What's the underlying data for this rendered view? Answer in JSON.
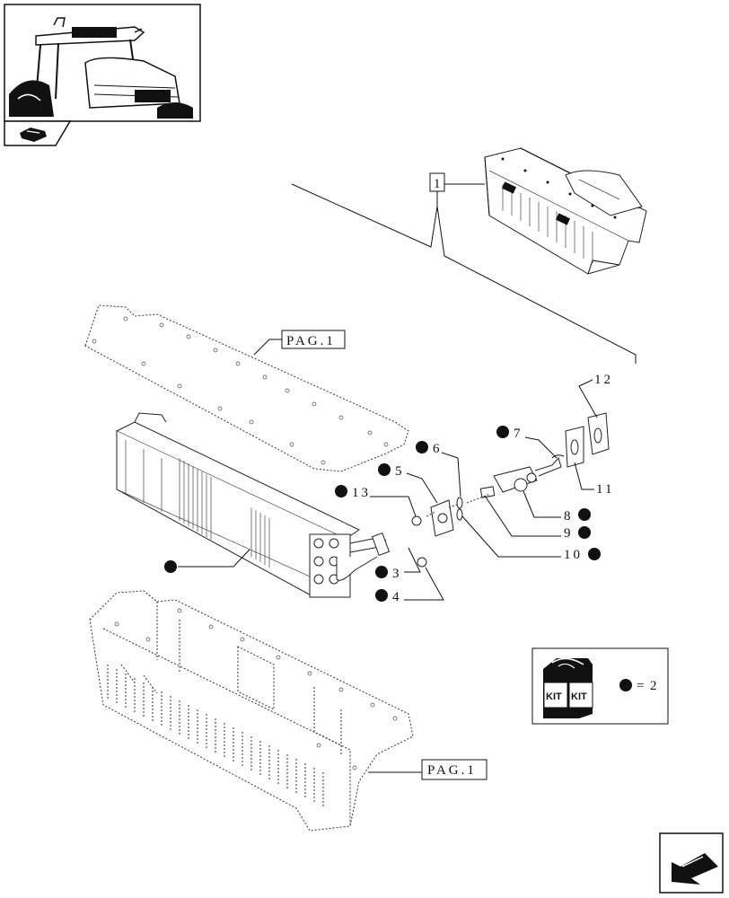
{
  "colors": {
    "ink": "#111111",
    "paper": "#ffffff"
  },
  "thumbnail": {
    "icon": "tractor-cab-icon"
  },
  "section_icon": {
    "icon": "hvac-unit-icon"
  },
  "labels": {
    "ref_main": "1",
    "pag_top": "PAG.1",
    "pag_bottom": "PAG.1",
    "n3": "3",
    "n4": "4",
    "n5": "5",
    "n6": "6",
    "n7": "7",
    "n8": "8",
    "n9": "9",
    "n10": "10",
    "n11": "11",
    "n12": "12",
    "n13": "13"
  },
  "kit": {
    "badge1": "KIT",
    "badge2": "KIT",
    "equals": "=",
    "qty": "2"
  },
  "nav": {
    "icon": "next-page-arrow-icon"
  }
}
